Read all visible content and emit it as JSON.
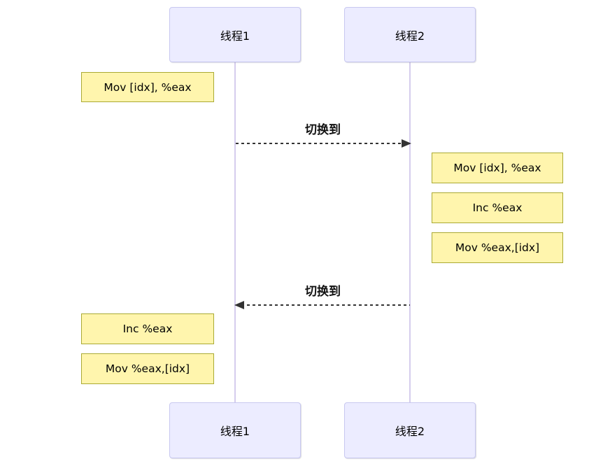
{
  "diagram": {
    "type": "sequence",
    "actors": [
      {
        "id": "thread1",
        "label": "线程1"
      },
      {
        "id": "thread2",
        "label": "线程2"
      }
    ],
    "notes": [
      {
        "text": "Mov [idx], %eax",
        "position": "left of thread1"
      },
      {
        "text": "Mov [idx], %eax",
        "position": "right of thread2"
      },
      {
        "text": "Inc %eax",
        "position": "right of thread2"
      },
      {
        "text": "Mov %eax,[idx]",
        "position": "right of thread2"
      },
      {
        "text": "Inc %eax",
        "position": "left of thread1"
      },
      {
        "text": "Mov %eax,[idx]",
        "position": "left of thread1"
      }
    ],
    "messages": [
      {
        "label": "切换到",
        "from": "thread1",
        "to": "thread2",
        "line": "dashed"
      },
      {
        "label": "切换到",
        "from": "thread2",
        "to": "thread1",
        "line": "dashed"
      }
    ],
    "colors": {
      "actor_fill": "#ececff",
      "actor_border": "#c8c8f0",
      "note_fill": "#fff5ad",
      "note_border": "#aaaa33",
      "lifeline": "#d5cded",
      "arrow": "#333333",
      "background": "#ffffff"
    }
  }
}
